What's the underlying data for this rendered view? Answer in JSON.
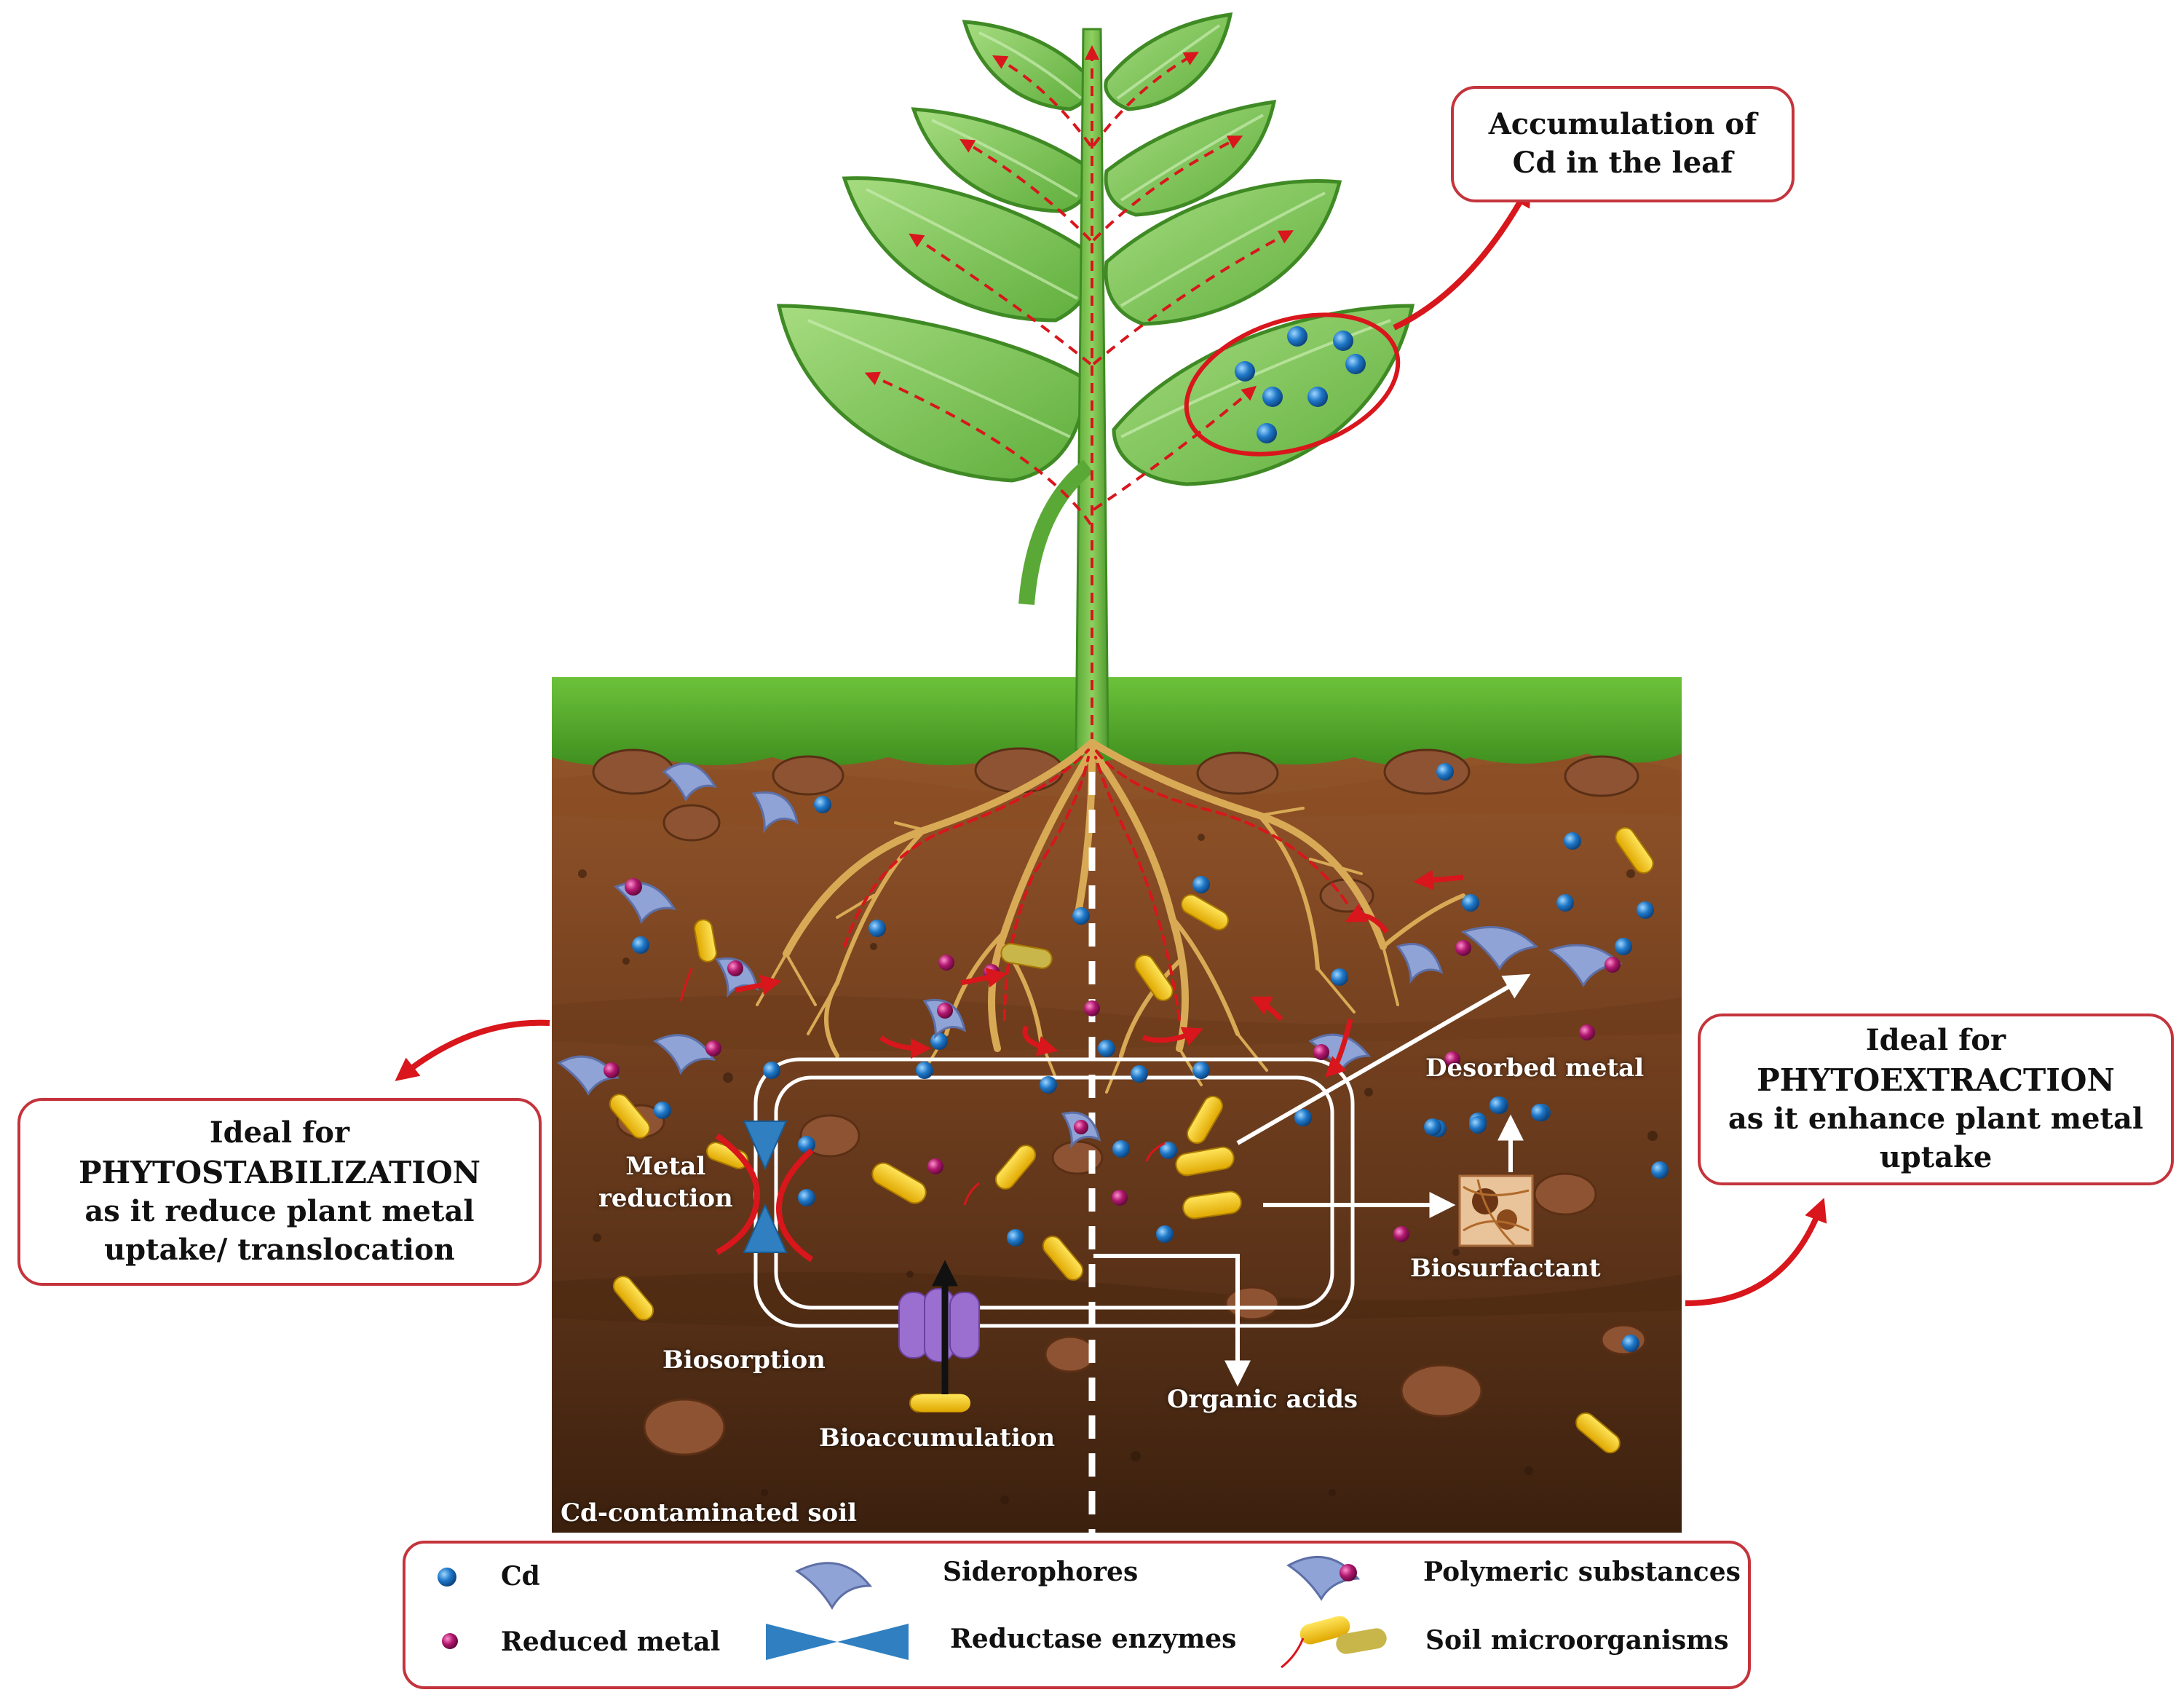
{
  "callouts": {
    "leaf": [
      "Accumulation of",
      "Cd in the leaf"
    ],
    "phytostabilization": [
      "Ideal for",
      "PHYTOSTABILIZATION",
      "as it reduce plant metal",
      "uptake/ translocation"
    ],
    "phytoextraction": [
      "Ideal for",
      "PHYTOEXTRACTION",
      "as it enhance plant metal",
      "uptake"
    ]
  },
  "soil_labels": {
    "metal_reduction": [
      "Metal",
      "reduction"
    ],
    "biosorption": "Biosorption",
    "bioaccumulation": "Bioaccumulation",
    "organic_acids": "Organic acids",
    "desorbed_metal": "Desorbed metal",
    "biosurfactant": "Biosurfactant",
    "soil": "Cd-contaminated soil"
  },
  "legend": {
    "cd": "Cd",
    "reduced_metal": "Reduced metal",
    "siderophores": "Siderophores",
    "reductase": "Reductase enzymes",
    "polymeric": "Polymeric substances",
    "microorganisms": "Soil microorganisms"
  },
  "colors": {
    "accent_red": "#d8161c",
    "cd_blue": "#1f78c8",
    "reduced_metal_magenta": "#b0186e",
    "microbe_yellow": "#f2c300",
    "siderophore_lavender": "#8fa3d6",
    "reductase_blue": "#2f7fc1",
    "leaf_green": "#7cc257",
    "root_tan": "#d9aa55",
    "soil_brown": "#5a3218"
  }
}
